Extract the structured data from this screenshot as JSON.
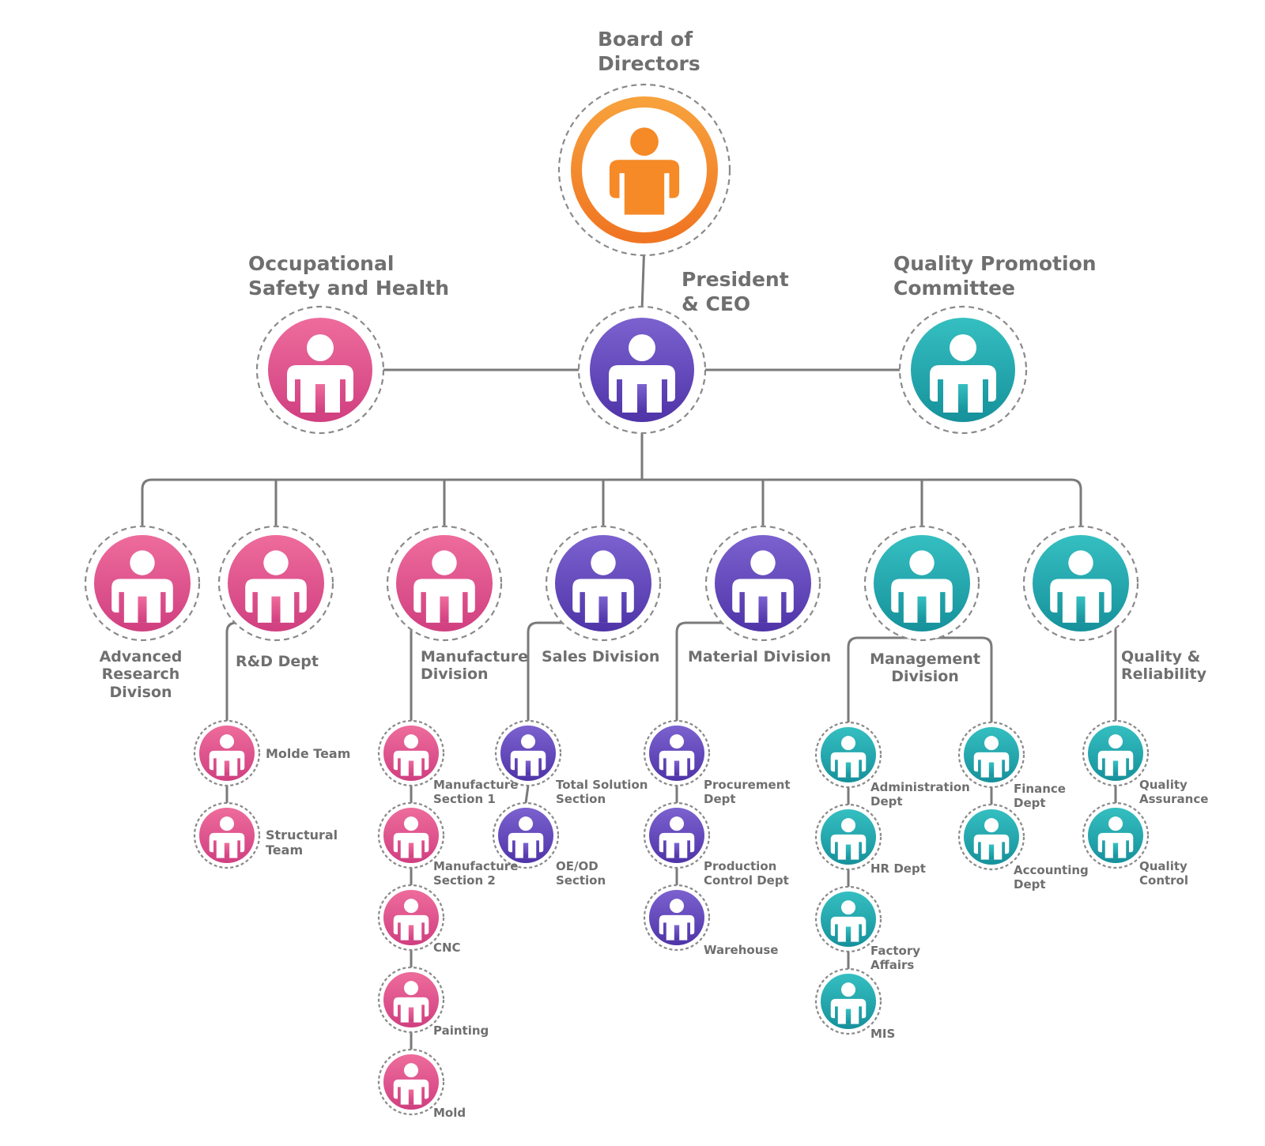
{
  "colors": {
    "orange": "#f58a27",
    "pink": "#e2558e",
    "purple": "#6447b8",
    "teal": "#22a9ae",
    "connector": "#7a7a7a",
    "dash": "#8a8a8a",
    "text": "#6f6f6f"
  },
  "icons": {
    "node": "person-icon"
  },
  "nodes": {
    "board": {
      "lines": [
        "Board of",
        "Directors"
      ],
      "color": "orange"
    },
    "osh": {
      "lines": [
        "Occupational",
        "Safety and Health"
      ],
      "color": "pink"
    },
    "ceo": {
      "lines": [
        "President",
        "& CEO"
      ],
      "color": "purple"
    },
    "qpc": {
      "lines": [
        "Quality Promotion",
        "Committee"
      ],
      "color": "teal"
    },
    "ard": {
      "lines": [
        "Advanced",
        "Research",
        "Divison"
      ],
      "color": "pink"
    },
    "rnd": {
      "lines": [
        "R&D Dept"
      ],
      "color": "pink"
    },
    "mfg": {
      "lines": [
        "Manufacture",
        "Division"
      ],
      "color": "pink"
    },
    "sales": {
      "lines": [
        "Sales Division"
      ],
      "color": "purple"
    },
    "material": {
      "lines": [
        "Material Division"
      ],
      "color": "purple"
    },
    "mgmt": {
      "lines": [
        "Management",
        "Division"
      ],
      "color": "teal"
    },
    "qr": {
      "lines": [
        "Quality &",
        "Reliability"
      ],
      "color": "teal"
    },
    "molde": {
      "lines": [
        "Molde Team"
      ],
      "color": "pink"
    },
    "structural": {
      "lines": [
        "Structural",
        "Team"
      ],
      "color": "pink"
    },
    "ms1": {
      "lines": [
        "Manufacture",
        "Section 1"
      ],
      "color": "pink"
    },
    "ms2": {
      "lines": [
        "Manufacture",
        "Section 2"
      ],
      "color": "pink"
    },
    "cnc": {
      "lines": [
        "CNC"
      ],
      "color": "pink"
    },
    "painting": {
      "lines": [
        "Painting"
      ],
      "color": "pink"
    },
    "mold": {
      "lines": [
        "Mold"
      ],
      "color": "pink"
    },
    "tss": {
      "lines": [
        "Total Solution",
        "Section"
      ],
      "color": "purple"
    },
    "oeod": {
      "lines": [
        "OE/OD",
        "Section"
      ],
      "color": "purple"
    },
    "proc": {
      "lines": [
        "Procurement",
        "Dept"
      ],
      "color": "purple"
    },
    "pcd": {
      "lines": [
        "Production",
        "Control Dept"
      ],
      "color": "purple"
    },
    "warehouse": {
      "lines": [
        "Warehouse"
      ],
      "color": "purple"
    },
    "admin": {
      "lines": [
        "Administration",
        "Dept"
      ],
      "color": "teal"
    },
    "hr": {
      "lines": [
        "HR Dept"
      ],
      "color": "teal"
    },
    "factory": {
      "lines": [
        "Factory",
        "Affairs"
      ],
      "color": "teal"
    },
    "mis": {
      "lines": [
        "MIS"
      ],
      "color": "teal"
    },
    "finance": {
      "lines": [
        "Finance",
        "Dept"
      ],
      "color": "teal"
    },
    "accounting": {
      "lines": [
        "Accounting",
        "Dept"
      ],
      "color": "teal"
    },
    "qa": {
      "lines": [
        "Quality",
        "Assurance"
      ],
      "color": "teal"
    },
    "qc": {
      "lines": [
        "Quality",
        "Control"
      ],
      "color": "teal"
    }
  },
  "edges": [
    [
      "board",
      "ceo"
    ],
    [
      "ceo",
      "osh"
    ],
    [
      "ceo",
      "qpc"
    ],
    [
      "ceo",
      "ard"
    ],
    [
      "ceo",
      "rnd"
    ],
    [
      "ceo",
      "mfg"
    ],
    [
      "ceo",
      "sales"
    ],
    [
      "ceo",
      "material"
    ],
    [
      "ceo",
      "mgmt"
    ],
    [
      "ceo",
      "qr"
    ],
    [
      "rnd",
      "molde"
    ],
    [
      "molde",
      "structural"
    ],
    [
      "mfg",
      "ms1"
    ],
    [
      "ms1",
      "ms2"
    ],
    [
      "ms2",
      "cnc"
    ],
    [
      "cnc",
      "painting"
    ],
    [
      "painting",
      "mold"
    ],
    [
      "sales",
      "tss"
    ],
    [
      "tss",
      "oeod"
    ],
    [
      "material",
      "proc"
    ],
    [
      "proc",
      "pcd"
    ],
    [
      "pcd",
      "warehouse"
    ],
    [
      "mgmt",
      "admin"
    ],
    [
      "admin",
      "hr"
    ],
    [
      "hr",
      "factory"
    ],
    [
      "factory",
      "mis"
    ],
    [
      "mgmt",
      "finance"
    ],
    [
      "finance",
      "accounting"
    ],
    [
      "qr",
      "qa"
    ],
    [
      "qa",
      "qc"
    ]
  ]
}
